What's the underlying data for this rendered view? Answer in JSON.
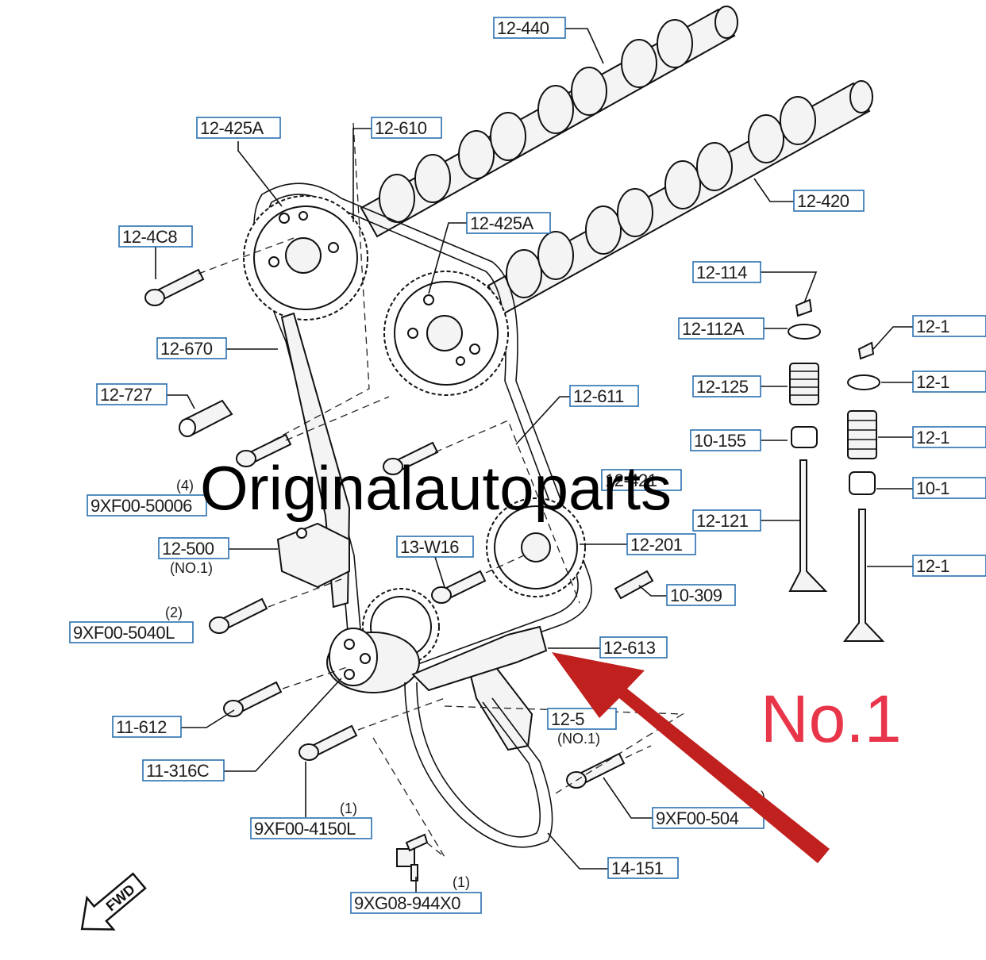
{
  "labels": [
    {
      "id": "12-440",
      "text": "12-440"
    },
    {
      "id": "12-425A-a",
      "text": "12-425A"
    },
    {
      "id": "12-610",
      "text": "12-610"
    },
    {
      "id": "12-420",
      "text": "12-420"
    },
    {
      "id": "12-4C8",
      "text": "12-4C8"
    },
    {
      "id": "12-425A-b",
      "text": "12-425A"
    },
    {
      "id": "12-114",
      "text": "12-114"
    },
    {
      "id": "12-112A",
      "text": "12-112A"
    },
    {
      "id": "12-670",
      "text": "12-670"
    },
    {
      "id": "12-727",
      "text": "12-727"
    },
    {
      "id": "12-125",
      "text": "12-125"
    },
    {
      "id": "12-611",
      "text": "12-611"
    },
    {
      "id": "10-155",
      "text": "10-155"
    },
    {
      "id": "9XF00-5000",
      "text": "9XF00-50006"
    },
    {
      "id": "12-421",
      "text": "12-421"
    },
    {
      "id": "12-121",
      "text": "12-121"
    },
    {
      "id": "12-500",
      "text": "12-500"
    },
    {
      "id": "13-W16",
      "text": "13-W16"
    },
    {
      "id": "12-201",
      "text": "12-201"
    },
    {
      "id": "10-309",
      "text": "10-309"
    },
    {
      "id": "9XF00-5040",
      "text": "9XF00-5040L"
    },
    {
      "id": "12-613",
      "text": "12-613"
    },
    {
      "id": "11-612",
      "text": "11-612"
    },
    {
      "id": "12-5xx",
      "text": "12-5"
    },
    {
      "id": "11-316C",
      "text": "11-316C"
    },
    {
      "id": "9XF00-504b",
      "text": "9XF00-504"
    },
    {
      "id": "9XF00-4150",
      "text": "9XF00-4150L"
    },
    {
      "id": "14-151",
      "text": "14-151"
    },
    {
      "id": "9XG08-944X0",
      "text": "9XG08-944X0"
    },
    {
      "id": "r1",
      "text": "12-1"
    },
    {
      "id": "r2",
      "text": "12-1"
    },
    {
      "id": "r3",
      "text": "12-1"
    },
    {
      "id": "r4",
      "text": "10-1"
    },
    {
      "id": "r5",
      "text": "12-1"
    }
  ],
  "subs": {
    "qty4": "(4)",
    "qty2": "(2)",
    "no1a": "(NO.1)",
    "no1b": "(NO.1)",
    "qty1a": "(1)",
    "qty1b": "(1)",
    "qty1c": "(1)"
  },
  "watermark": "Originalautoparts",
  "callout": "No.1",
  "fwd": "FWD",
  "colors": {
    "arrow": "#c0201e",
    "callout": "#e8354a",
    "labelBorder": "#2a6fb0"
  }
}
